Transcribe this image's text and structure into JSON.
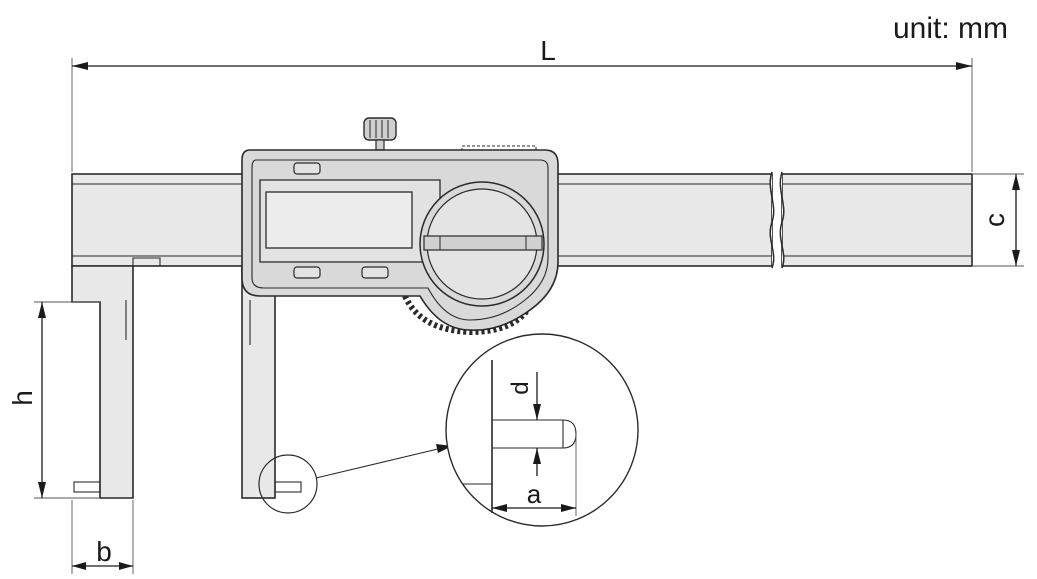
{
  "unit_text": "unit: mm",
  "dimensions": {
    "L": "L",
    "c": "c",
    "h": "h",
    "b": "b",
    "d": "d",
    "a": "a"
  },
  "colors": {
    "ink": "#1a1a1a",
    "beam_fill": "#e8e8e8",
    "body_fill": "#d9d9d9",
    "display_fill": "#e2e2e2"
  }
}
